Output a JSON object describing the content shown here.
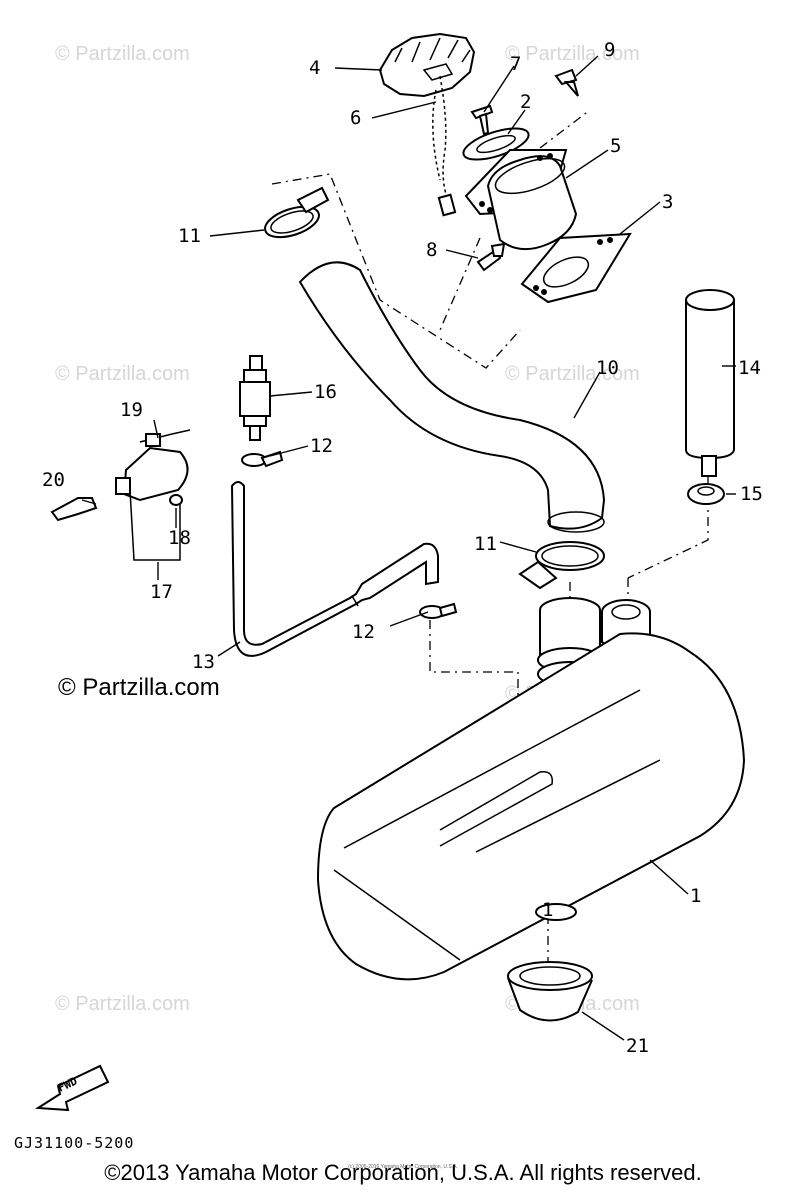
{
  "watermark": {
    "faint": "© Partzilla.com",
    "main": "© Partzilla.com"
  },
  "callouts": {
    "p1": "1",
    "p1b": "1",
    "p2": "2",
    "p3": "3",
    "p4": "4",
    "p5": "5",
    "p6": "6",
    "p7": "7",
    "p8": "8",
    "p9": "9",
    "p10": "10",
    "p11a": "11",
    "p11b": "11",
    "p12a": "12",
    "p12b": "12",
    "p13": "13",
    "p14": "14",
    "p15": "15",
    "p16": "16",
    "p17": "17",
    "p18": "18",
    "p19": "19",
    "p20": "20",
    "p21": "21"
  },
  "fwd_label": "FWD",
  "diagram_code": "GJ31100-5200",
  "fine_print": "(c) 2005-2016 Yamaha Motor Corporation, U.S.A.",
  "copyright": "©2013 Yamaha Motor Corporation, U.S.A. All rights reserved.",
  "colors": {
    "line": "#000000",
    "watermark": "#d6d6d6",
    "background": "#ffffff"
  }
}
